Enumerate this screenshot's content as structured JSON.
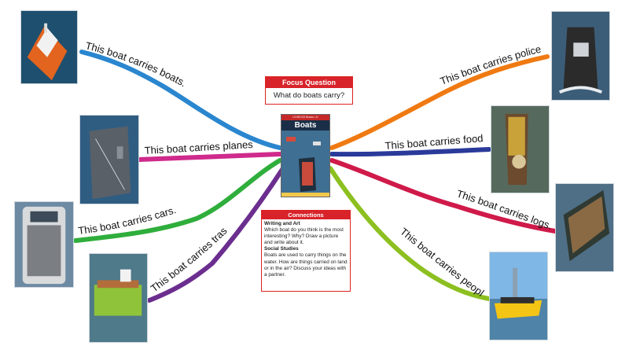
{
  "branches": [
    {
      "label": "This boat carries boats.",
      "color": "#2a86cf"
    },
    {
      "label": "This boat carries planes.",
      "color": "#cf2a8c"
    },
    {
      "label": "This boat carries cars.",
      "color": "#2fae3c"
    },
    {
      "label": "This boat carries trash.",
      "color": "#6b2e8f"
    },
    {
      "label": "This boat carries police.",
      "color": "#f07a12"
    },
    {
      "label": "This boat carries food.",
      "color": "#2a3a9a"
    },
    {
      "label": "This boat carries logs.",
      "color": "#cf1a4a"
    },
    {
      "label": "This boat carries people.",
      "color": "#8cc020"
    }
  ],
  "focus": {
    "header": "Focus Question",
    "question": "What do boats carry?"
  },
  "book": {
    "series": "LEVELED Books • D",
    "title": "Boats"
  },
  "connections": {
    "header": "Connections",
    "section1_title": "Writing and Art",
    "section1_text": "Which boat do you think is the most interesting? Why? Draw a picture and write about it.",
    "section2_title": "Social Studies",
    "section2_text": "Boats are used to carry things on the water. How are things carried on land or in the air? Discuss your ideas with a partner."
  },
  "photos": [
    {
      "name": "supply-ship-photo"
    },
    {
      "name": "aircraft-carrier-photo"
    },
    {
      "name": "car-ferry-photo"
    },
    {
      "name": "trash-barge-photo"
    },
    {
      "name": "police-boat-photo"
    },
    {
      "name": "market-boat-photo"
    },
    {
      "name": "log-barge-photo"
    },
    {
      "name": "water-taxi-photo"
    }
  ]
}
